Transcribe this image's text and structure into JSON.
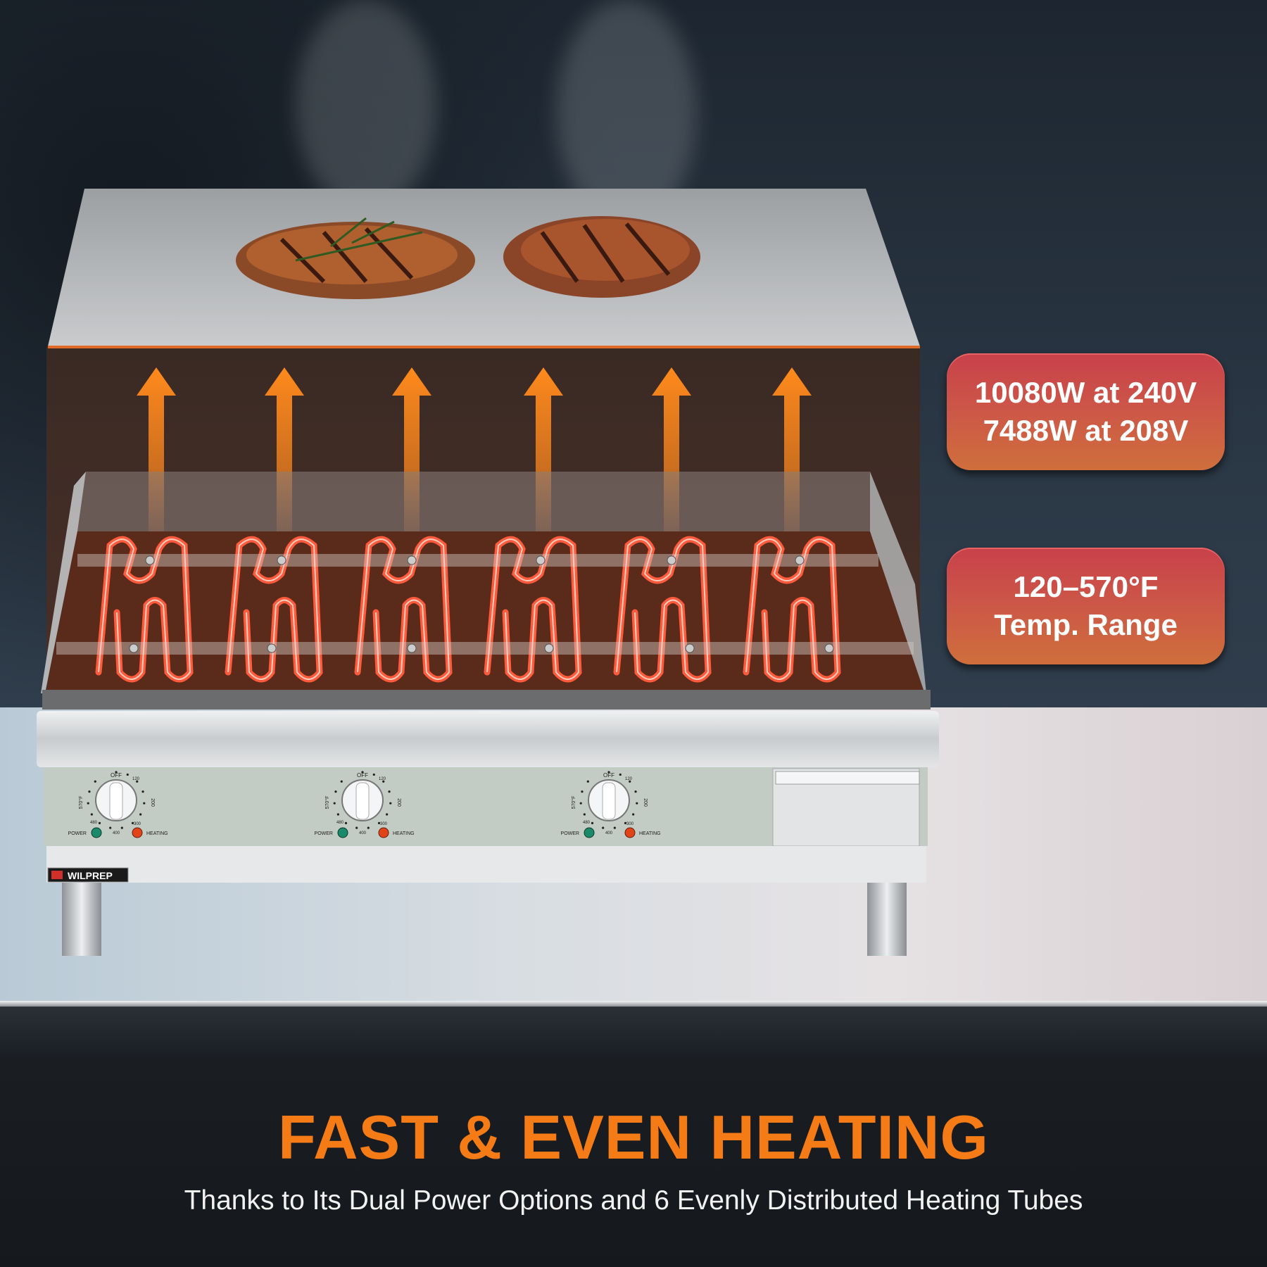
{
  "brand": "WILPREP",
  "badges": {
    "power": {
      "line1": "10080W at 240V",
      "line2": "7488W at 208V"
    },
    "temperature": {
      "line1": "120–570°F",
      "line2": "Temp. Range"
    }
  },
  "controls": {
    "knob_labels": {
      "off": "OFF",
      "t120": "120",
      "t200": "200",
      "t300": "300",
      "t400": "400",
      "t480": "480",
      "t570": "570°F"
    },
    "power_label": "POWER",
    "heating_label": "HEATING"
  },
  "headline": "FAST & EVEN HEATING",
  "subheadline": "Thanks to Its Dual Power Options and 6 Evenly Distributed Heating Tubes",
  "colors": {
    "accent": "#f47b16",
    "badge_top": "#c8414a",
    "badge_bottom": "#cf6f3c",
    "coil": "#ff5a3c"
  }
}
